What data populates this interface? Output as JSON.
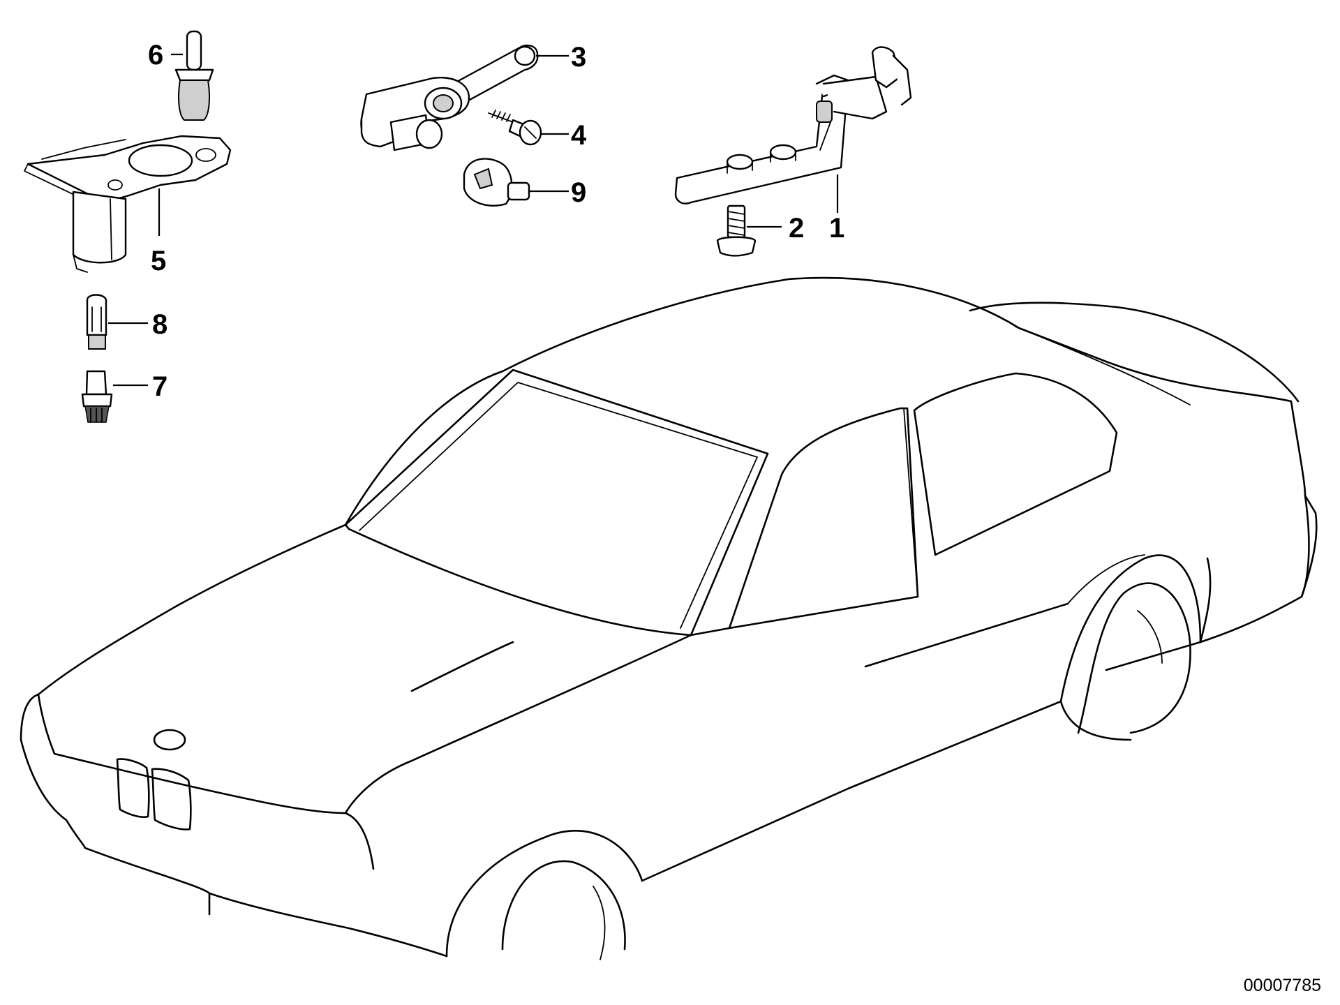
{
  "diagram": {
    "callouts": [
      {
        "id": "1",
        "label": "1"
      },
      {
        "id": "2",
        "label": "2"
      },
      {
        "id": "3",
        "label": "3"
      },
      {
        "id": "4",
        "label": "4"
      },
      {
        "id": "5",
        "label": "5"
      },
      {
        "id": "6",
        "label": "6"
      },
      {
        "id": "7",
        "label": "7"
      },
      {
        "id": "8",
        "label": "8"
      },
      {
        "id": "9",
        "label": "9"
      }
    ],
    "diagram_number": "00007785"
  }
}
